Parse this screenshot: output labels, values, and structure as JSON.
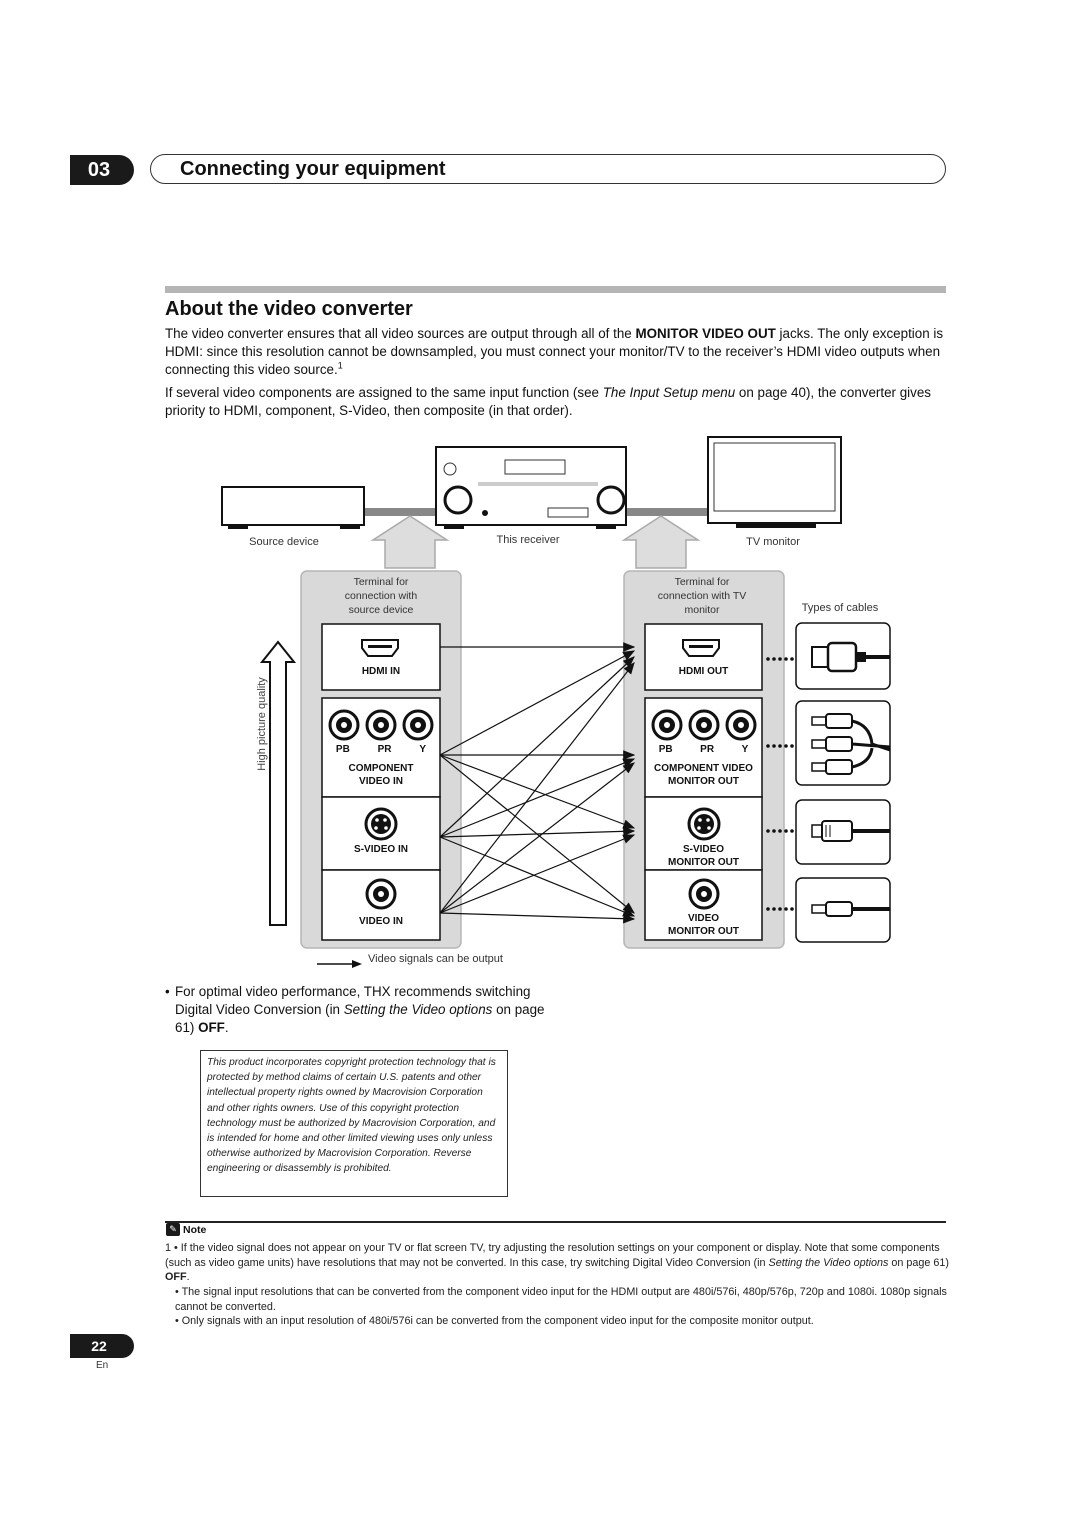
{
  "header": {
    "chapter_number": "03",
    "chapter_title": "Connecting your equipment"
  },
  "section": {
    "title": "About the video converter",
    "para1_a": "The video converter ensures that all video sources are output through all of the ",
    "para1_bold": "MONITOR VIDEO OUT",
    "para1_b": " jacks. The only exception is HDMI: since this resolution cannot be downsampled, you must connect your monitor/TV to the receiver’s HDMI video outputs when connecting this video source.",
    "para1_sup": "1",
    "para2_a": "If several video components are assigned to the same input function (see ",
    "para2_italic": "The Input Setup menu",
    "para2_b": " on page 40), the converter gives priority to HDMI, component, S-Video, then composite (in that order)."
  },
  "diagram": {
    "source_device": "Source device",
    "this_receiver": "This receiver",
    "tv_monitor": "TV monitor",
    "terminal_source": [
      "Terminal for",
      "connection with",
      "source device"
    ],
    "terminal_tv": [
      "Terminal for",
      "connection with TV",
      "monitor"
    ],
    "types_of_cables": "Types of cables",
    "quality_label": "High picture quality",
    "arrow_legend": "Video signals can be output",
    "inputs": {
      "hdmi": "HDMI IN",
      "component_pins": [
        "PB",
        "PR",
        "Y"
      ],
      "component_line1": "COMPONENT",
      "component_line2": "VIDEO IN",
      "svideo": "S-VIDEO IN",
      "video": "VIDEO IN"
    },
    "outputs": {
      "hdmi": "HDMI OUT",
      "component_pins": [
        "PB",
        "PR",
        "Y"
      ],
      "component_line1": "COMPONENT VIDEO",
      "component_line2": "MONITOR OUT",
      "svideo_line1": "S-VIDEO",
      "svideo_line2": "MONITOR OUT",
      "video_line1": "VIDEO",
      "video_line2": "MONITOR OUT"
    }
  },
  "bullet": {
    "a": "For optimal video performance, THX recommends switching Digital Video Conversion (in ",
    "italic": "Setting the Video options",
    "b": " on page 61) ",
    "bold": "OFF",
    "c": "."
  },
  "copyright": "This product incorporates copyright protection technology that is protected by method claims of certain U.S. patents and other intellectual property rights owned by Macrovision Corporation and other rights owners. Use of this copyright protection technology must be authorized by Macrovision Corporation, and is intended for home and other limited viewing uses only unless otherwise authorized by Macrovision Corporation. Reverse engineering or disassembly is prohibited.",
  "note": {
    "heading": "Note",
    "n1_a": "1 • If the video signal does not appear on your TV or flat screen TV, try adjusting the resolution settings on your component or display. Note that some components (such as video game units) have resolutions that may not be converted. In this case, try switching Digital Video Conversion (in ",
    "n1_italic": "Setting the Video options",
    "n1_b": " on page 61) ",
    "n1_bold": "OFF",
    "n1_c": ".",
    "n2": "• The signal input resolutions that can be converted from the component video input for the HDMI output are 480i/576i, 480p/576p, 720p and 1080i. 1080p signals cannot be converted.",
    "n3": "• Only signals with an input resolution of 480i/576i can be converted from the component video input for the composite monitor output."
  },
  "footer": {
    "page_number": "22",
    "language": "En"
  }
}
